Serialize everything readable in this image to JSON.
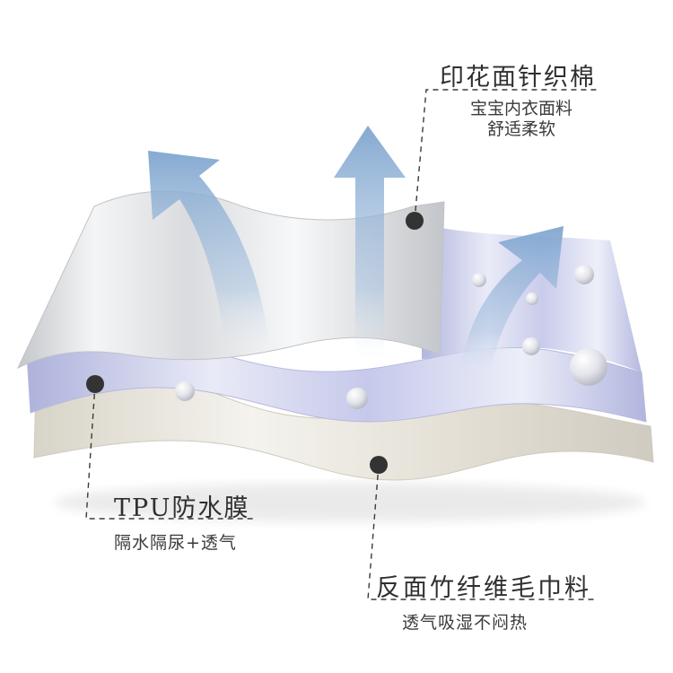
{
  "layers": [
    {
      "id": "top",
      "title": "印花面针织棉",
      "description_lines": [
        "宝宝内衣面料",
        "舒适柔软"
      ]
    },
    {
      "id": "middle",
      "title": "TPU防水膜",
      "description_lines": [
        "隔水隔尿+透气"
      ]
    },
    {
      "id": "bottom",
      "title": "反面竹纤维毛巾料",
      "description_lines": [
        "透气吸湿不闷热"
      ]
    }
  ],
  "colors": {
    "background": "#ffffff",
    "text": "#2f2f2f",
    "arrow_blue": "#8fb1d6",
    "marker_dot": "#333333",
    "layer_top": "#d8dadd",
    "layer_middle": "#c9cbe8",
    "layer_bottom": "#e6e3da"
  }
}
